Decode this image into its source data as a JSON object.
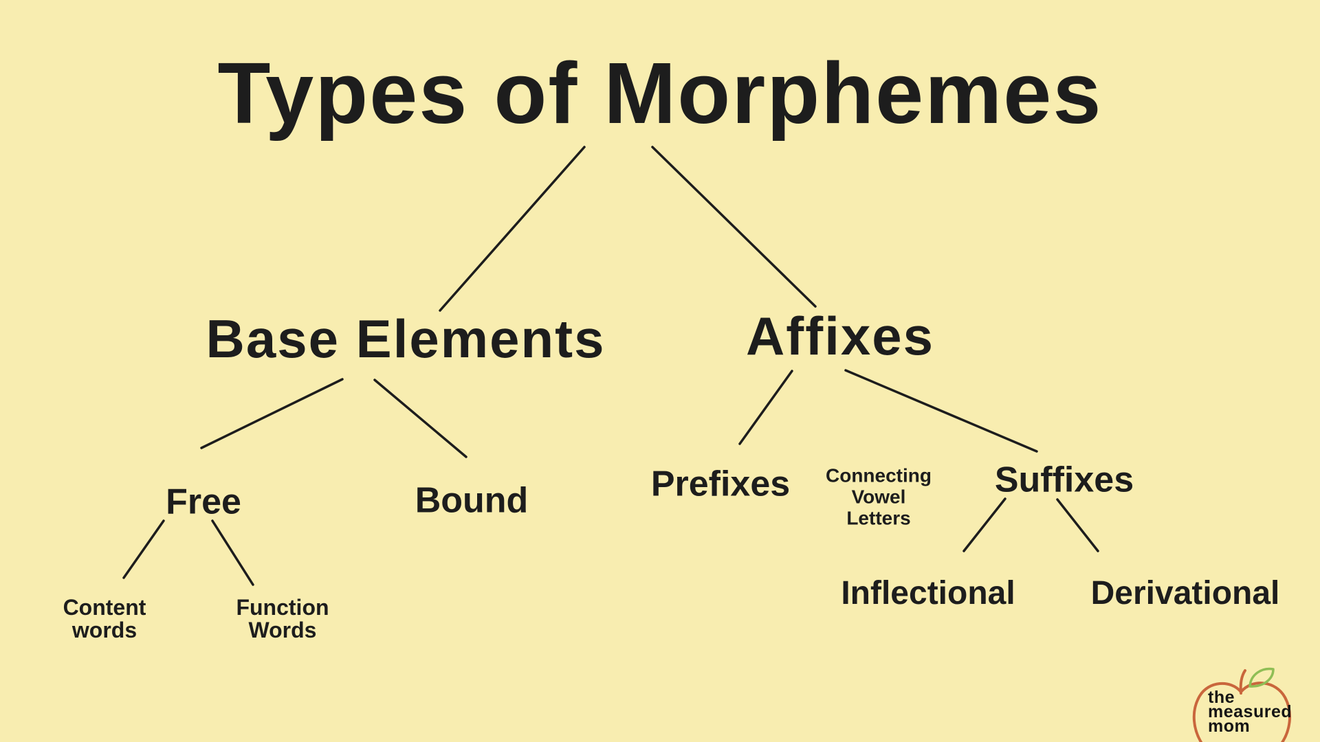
{
  "title": "Types of Morphemes",
  "nodes": {
    "base_elements": "Base Elements",
    "affixes": "Affixes",
    "free": "Free",
    "bound": "Bound",
    "prefixes": "Prefixes",
    "connecting_vowel_letters": [
      "Connecting",
      "Vowel",
      "Letters"
    ],
    "suffixes": "Suffixes",
    "content_words": [
      "Content",
      "words"
    ],
    "function_words": [
      "Function",
      "Words"
    ],
    "inflectional": "Inflectional",
    "derivational": "Derivational"
  },
  "hierarchy": {
    "Types of Morphemes": {
      "Base Elements": {
        "Free": [
          "Content words",
          "Function Words"
        ],
        "Bound": []
      },
      "Affixes": {
        "Prefixes": [],
        "Connecting Vowel Letters": [],
        "Suffixes": [
          "Inflectional",
          "Derivational"
        ]
      }
    }
  },
  "logo": {
    "lines": [
      "the",
      "measured",
      "mom"
    ]
  },
  "colors": {
    "background": "#f8edb0",
    "text": "#1d1d1d",
    "line": "#1d1d1d",
    "apple_outline": "#c9663c",
    "leaf": "#8fbe55"
  }
}
